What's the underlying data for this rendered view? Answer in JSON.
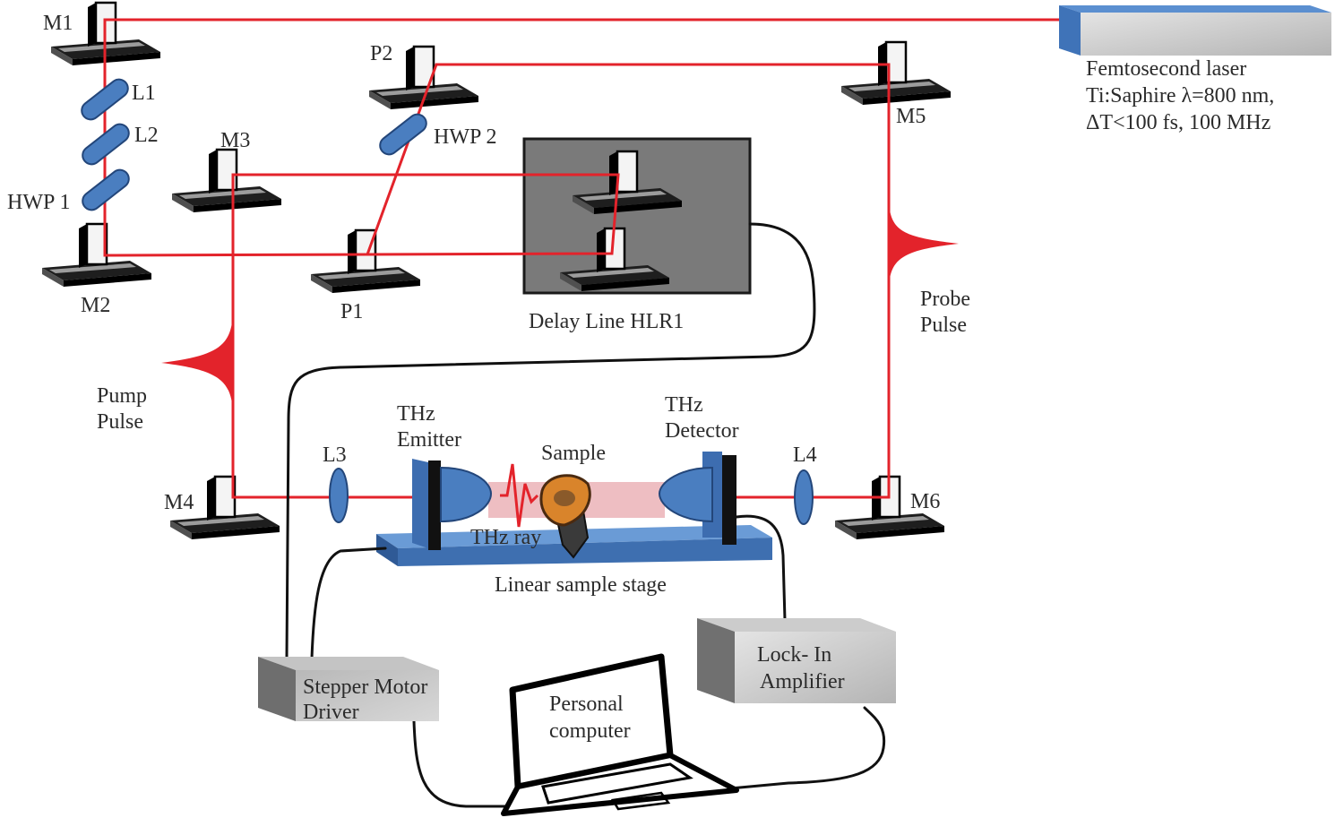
{
  "laser": [
    "Femtosecond laser",
    "Ti:Saphire λ=800 nm,",
    "ΔT<100 fs, 100 MHz"
  ],
  "mirrors": {
    "m1": "M1",
    "m2": "M2",
    "m3": "M3",
    "m4": "M4",
    "m5": "M5",
    "m6": "M6"
  },
  "lenses": {
    "l1": "L1",
    "l2": "L2",
    "l3": "L3",
    "l4": "L4"
  },
  "waveplates": {
    "hwp1": "HWP 1",
    "hwp2": "HWP 2"
  },
  "splitters": {
    "p1": "P1",
    "p2": "P2"
  },
  "delay_line": "Delay Line HLR1",
  "probe_pulse": [
    "Probe",
    "Pulse"
  ],
  "pump_pulse": [
    "Pump",
    "Pulse"
  ],
  "thz_emitter": [
    "THz",
    "Emitter"
  ],
  "thz_detector": [
    "THz",
    "Detector"
  ],
  "sample": "Sample",
  "thz_ray": "THz ray",
  "stage": "Linear sample stage",
  "lock_in": [
    "Lock- In",
    "Amplifier"
  ],
  "stepper": [
    "Stepper Motor",
    "Driver"
  ],
  "computer": [
    "Personal",
    "computer"
  ],
  "colors": {
    "beam": "#e3232b",
    "optic_blue": "#4a7ec0",
    "cable": "#111111",
    "thz_beam": "#e7a3a8"
  }
}
